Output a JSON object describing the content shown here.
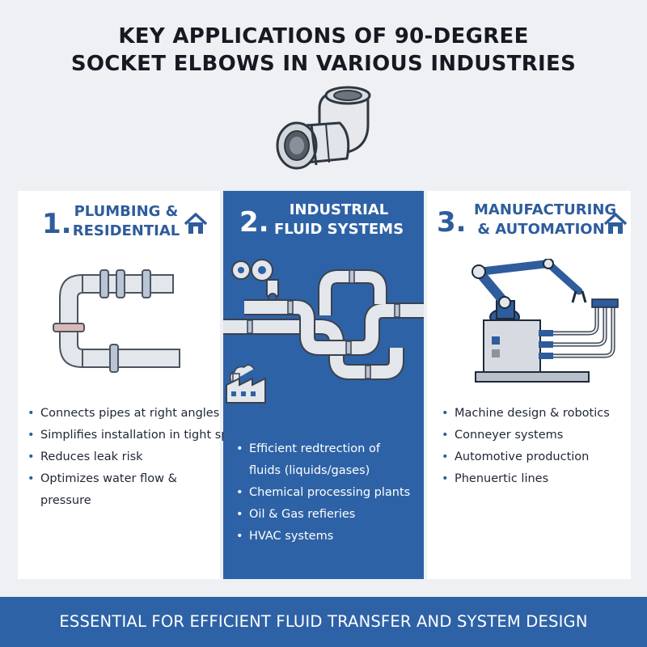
{
  "title": {
    "line1": "KEY APPLICATIONS OF 90-DEGREE",
    "line2": "SOCKET ELBOWS IN VARIOUS INDUSTRIES"
  },
  "columns": [
    {
      "number": "1.",
      "heading_line1": "PLUMBING &",
      "heading_line2": "RESIDENTIAL",
      "icon": "house-icon",
      "bullets": [
        "Connects pipes at right angles",
        "Simplifies installation in tight spaces",
        "Reduces leak risk",
        "Optimizes water flow & pressure"
      ]
    },
    {
      "number": "2.",
      "heading_line1": "INDUSTRIAL",
      "heading_line2": "FLUID SYSTEMS",
      "icon": "factory-icon",
      "bullets": [
        "Efficient redtrection of fluids (liquids/gases)",
        "Chemical processing plants",
        "Oil & Gas refieries",
        "HVAC systems"
      ]
    },
    {
      "number": "3.",
      "heading_line1": "MANUFACTURING",
      "heading_line2": "& AUTOMATION",
      "icon": "house-icon",
      "bullets": [
        "Machine design & robotics",
        "Conneyer systems",
        "Automotive production",
        "Phenuertic lines"
      ]
    }
  ],
  "footer": "ESSENTIAL FOR EFFICIENT FLUID TRANSFER AND SYSTEM DESIGN",
  "colors": {
    "accent": "#2e62a6",
    "heading_blue": "#2e5c9c",
    "background": "#eef0f3",
    "pipe": "#e3e6ea",
    "pipe_outline": "#4a5563"
  }
}
